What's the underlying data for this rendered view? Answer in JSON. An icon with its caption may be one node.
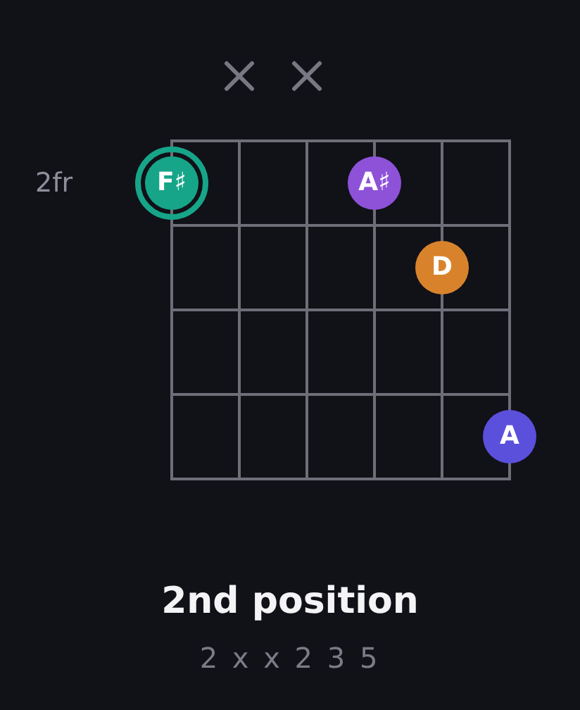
{
  "diagram": {
    "title": "2nd position",
    "caption": "2 x x 2 3 5",
    "nodes": [
      {
        "text": [
          "F♯"
        ]
      },
      {
        "text": [
          "A♯"
        ]
      },
      {
        "text": [
          "D"
        ]
      },
      {
        "text": [
          "A"
        ]
      }
    ],
    "labels": [
      "2fr"
    ]
  }
}
